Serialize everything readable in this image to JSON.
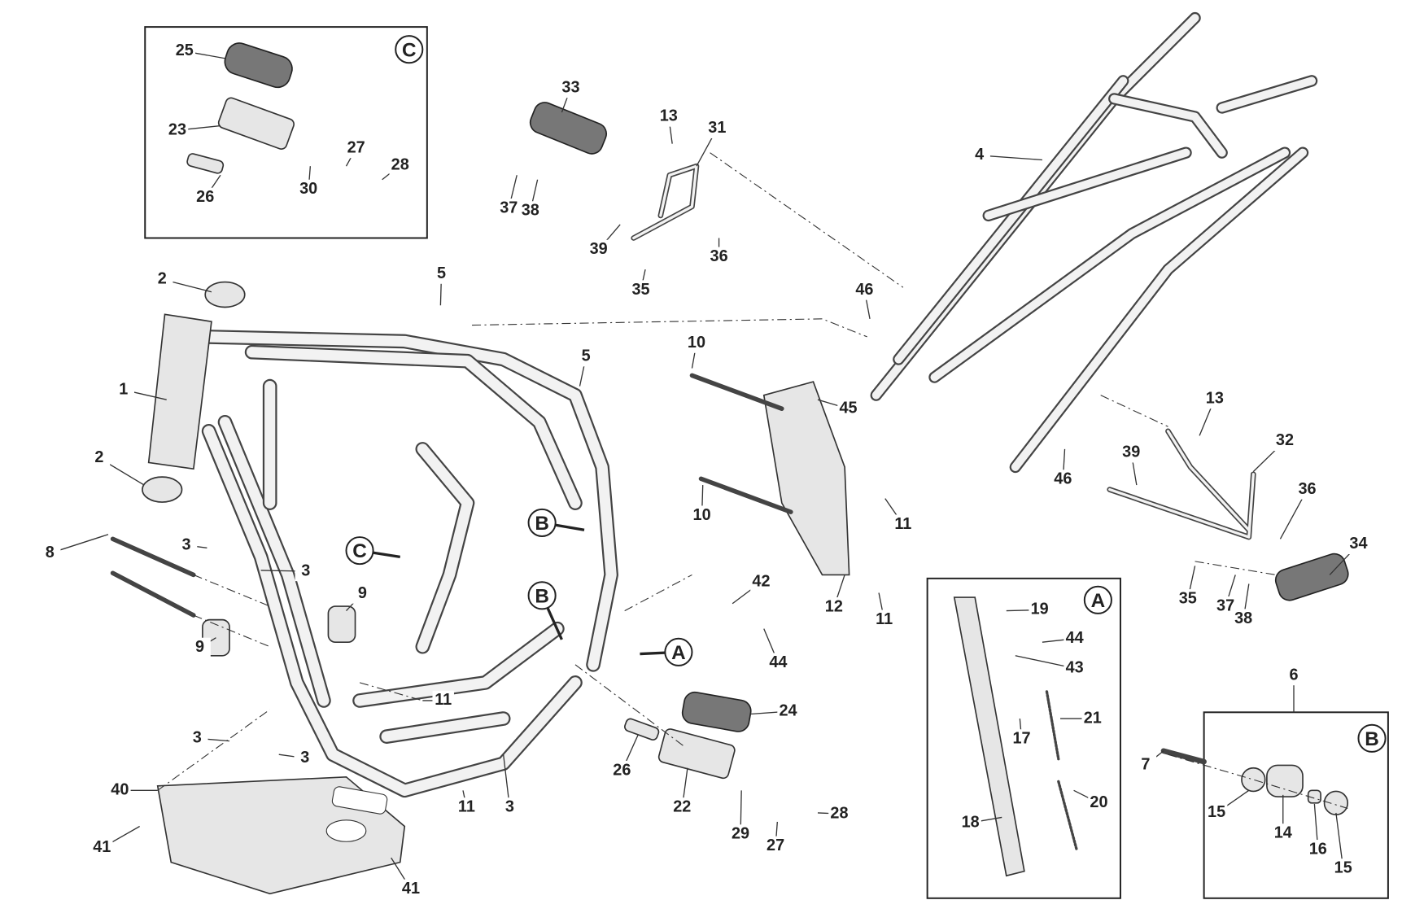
{
  "diagram": {
    "insets": [
      {
        "letter": "C"
      },
      {
        "letter": "A"
      },
      {
        "letter": "B"
      }
    ],
    "arrow_markers": [
      "B",
      "C",
      "B",
      "A"
    ],
    "labels": [
      "25",
      "23",
      "26",
      "30",
      "27",
      "28",
      "33",
      "13",
      "31",
      "37",
      "38",
      "39",
      "36",
      "35",
      "4",
      "2",
      "1",
      "2",
      "5",
      "5",
      "46",
      "46",
      "10",
      "45",
      "10",
      "11",
      "12",
      "11",
      "13",
      "39",
      "32",
      "36",
      "34",
      "35",
      "37",
      "38",
      "42",
      "44",
      "8",
      "3",
      "3",
      "9",
      "9",
      "11",
      "24",
      "26",
      "22",
      "29",
      "27",
      "28",
      "3",
      "3",
      "11",
      "3",
      "40",
      "41",
      "41",
      "19",
      "44",
      "43",
      "21",
      "17",
      "20",
      "18",
      "6",
      "7",
      "15",
      "14",
      "16",
      "15"
    ]
  }
}
